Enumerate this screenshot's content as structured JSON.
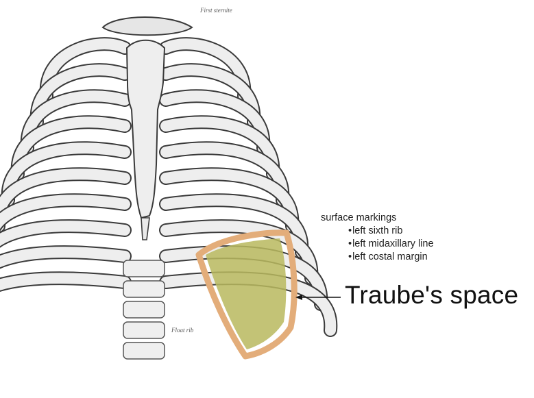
{
  "figure": {
    "top_label": "First sternite",
    "lower_rib_label": "Float rib",
    "surface_markings": {
      "heading": "surface markings",
      "items": [
        "left sixth rib",
        "left midaxillary line",
        "left costal margin"
      ]
    },
    "region_label": "Traube's space",
    "colors": {
      "outline": "#e3ad7a",
      "highlight": "#b8b85e",
      "bone": "#eeeeee",
      "ink": "#3a3a3a"
    }
  }
}
